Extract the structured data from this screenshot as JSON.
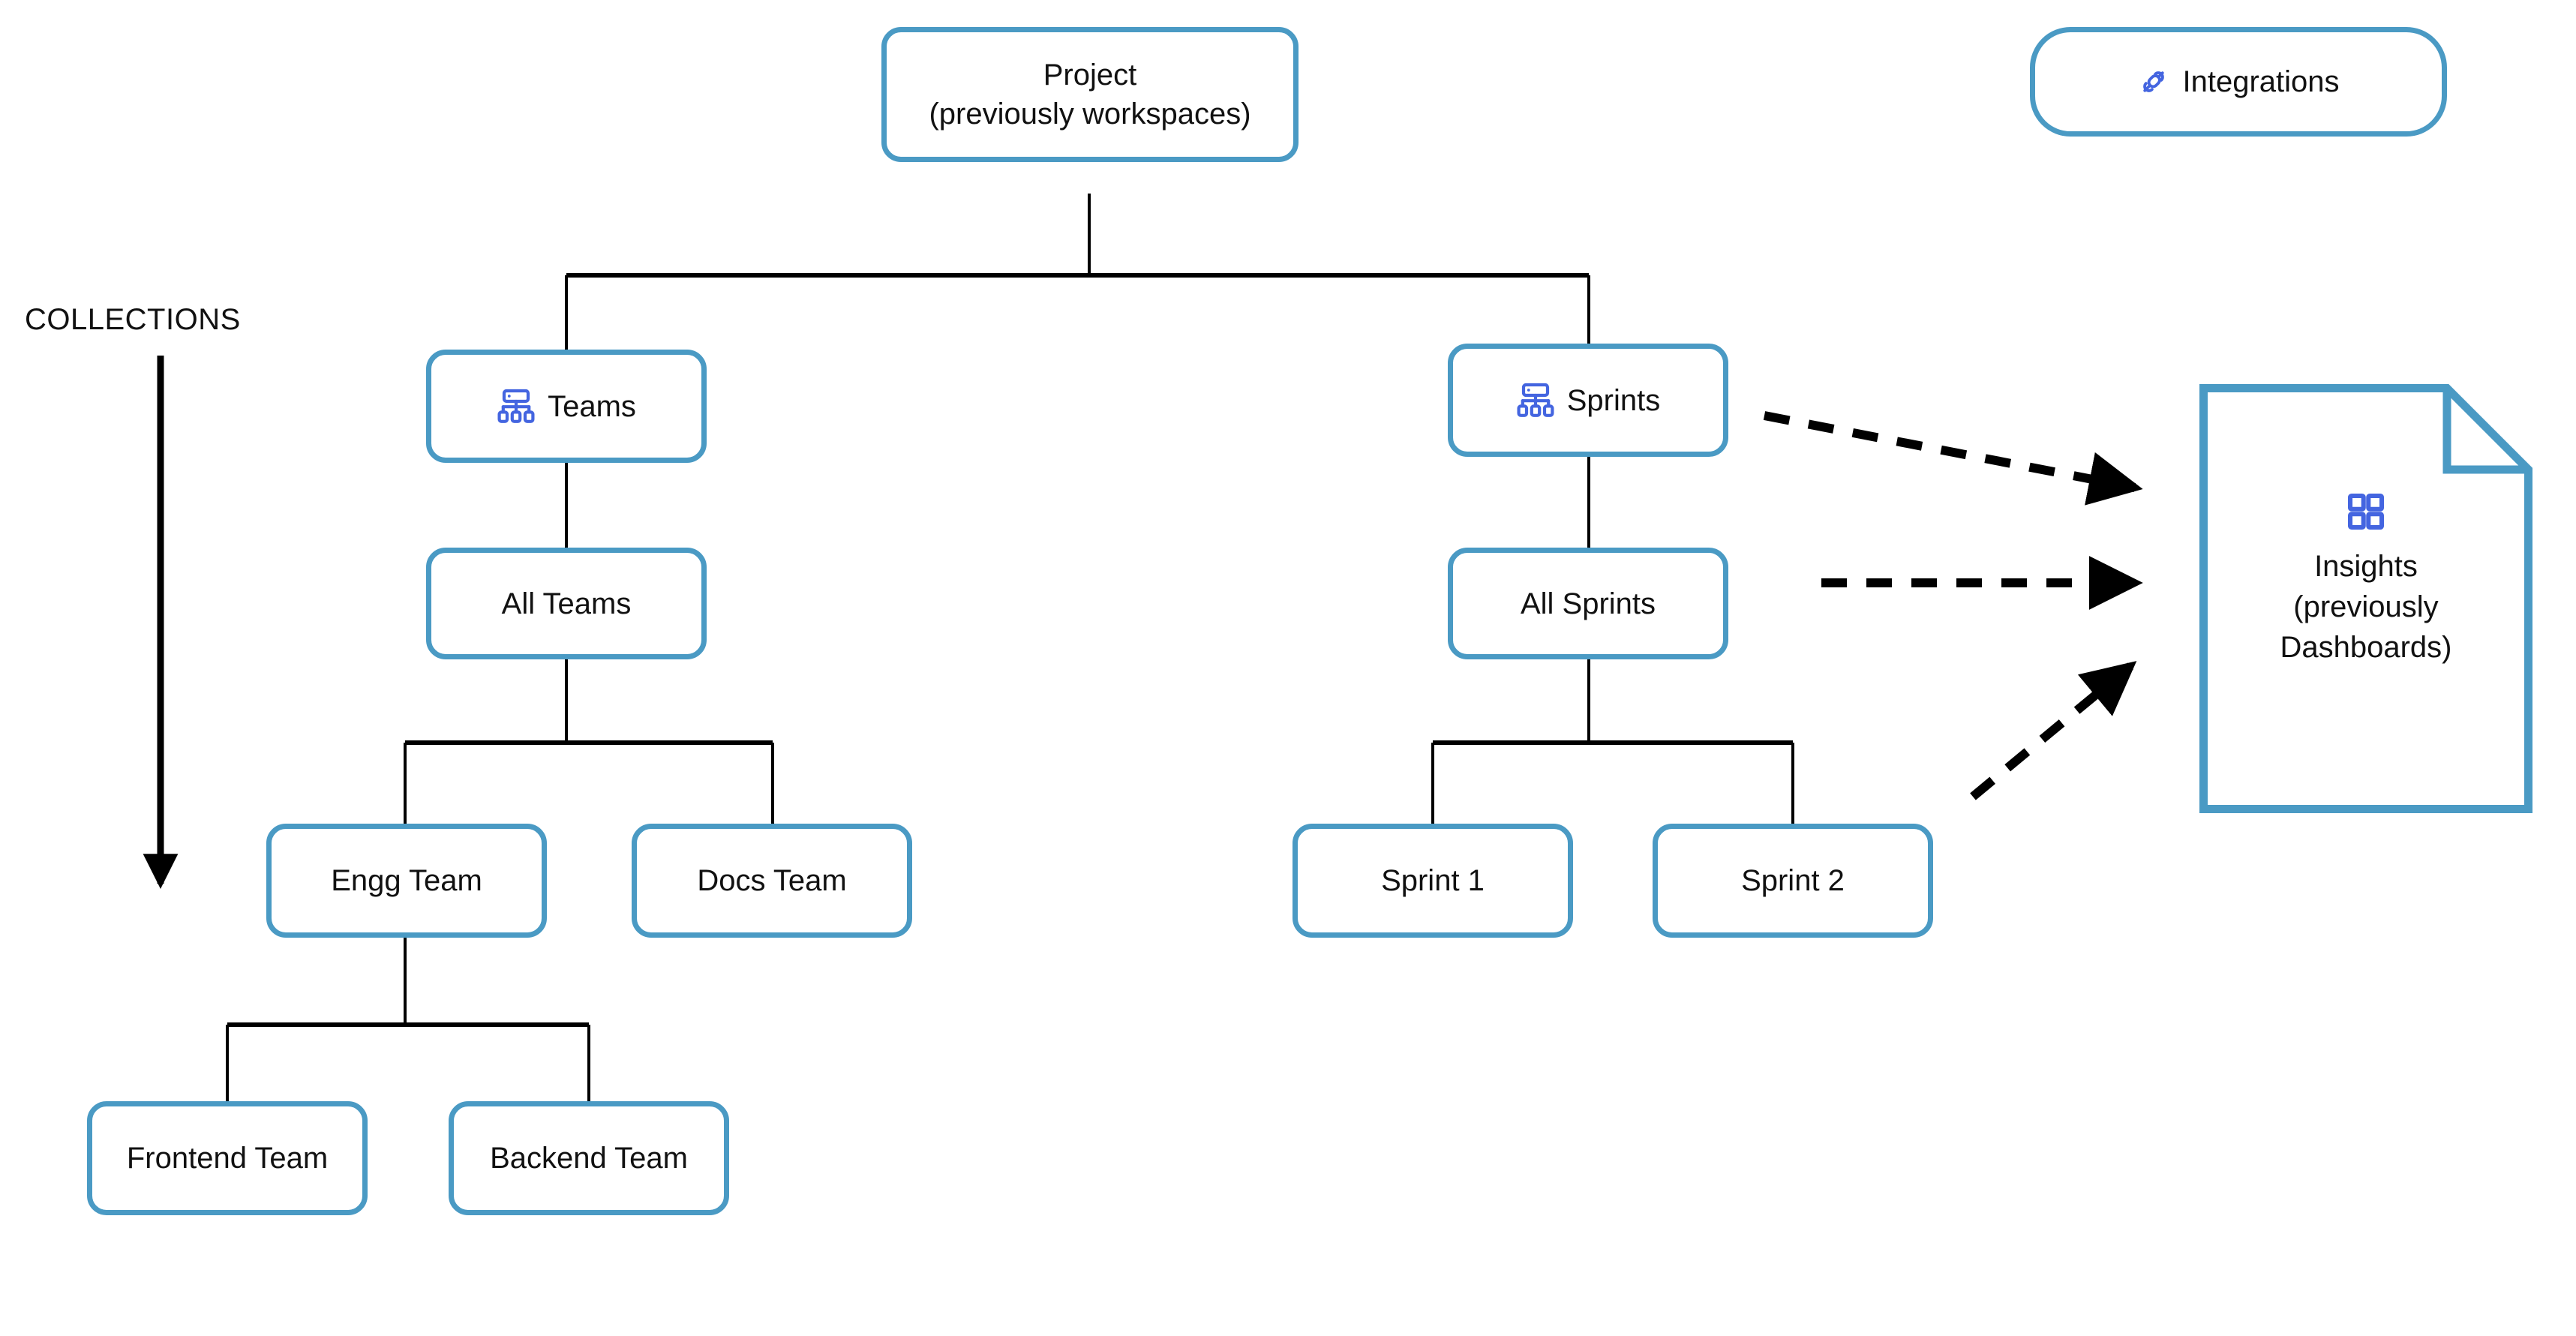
{
  "diagram": {
    "title_annotation": "COLLECTIONS",
    "colors": {
      "node_stroke": "#4A9AC4",
      "icon_blue": "#4465E0",
      "connector": "#000000",
      "text": "#111111",
      "background": "#FFFFFF"
    },
    "nodes": [
      {
        "id": "project",
        "label": "Project\n(previously workspaces)",
        "shape": "rounded-rect",
        "icon": null
      },
      {
        "id": "integrations",
        "label": "Integrations",
        "shape": "pill",
        "icon": "plug-icon"
      },
      {
        "id": "teams",
        "label": "Teams",
        "shape": "rounded-rect",
        "icon": "hierarchy-icon"
      },
      {
        "id": "sprints",
        "label": "Sprints",
        "shape": "rounded-rect",
        "icon": "hierarchy-icon"
      },
      {
        "id": "all-teams",
        "label": "All Teams",
        "shape": "rounded-rect",
        "icon": null
      },
      {
        "id": "all-sprints",
        "label": "All Sprints",
        "shape": "rounded-rect",
        "icon": null
      },
      {
        "id": "engg-team",
        "label": "Engg Team",
        "shape": "rounded-rect",
        "icon": null
      },
      {
        "id": "docs-team",
        "label": "Docs Team",
        "shape": "rounded-rect",
        "icon": null
      },
      {
        "id": "sprint-1",
        "label": "Sprint 1",
        "shape": "rounded-rect",
        "icon": null
      },
      {
        "id": "sprint-2",
        "label": "Sprint 2",
        "shape": "rounded-rect",
        "icon": null
      },
      {
        "id": "frontend-team",
        "label": "Frontend Team",
        "shape": "rounded-rect",
        "icon": null
      },
      {
        "id": "backend-team",
        "label": "Backend Team",
        "shape": "rounded-rect",
        "icon": null
      },
      {
        "id": "insights",
        "label": "Insights\n(previously\nDashboards)",
        "shape": "document",
        "icon": "dashboard-grid-icon"
      }
    ],
    "edges": [
      {
        "from": "project",
        "to": "teams",
        "style": "solid"
      },
      {
        "from": "project",
        "to": "sprints",
        "style": "solid"
      },
      {
        "from": "teams",
        "to": "all-teams",
        "style": "solid"
      },
      {
        "from": "all-teams",
        "to": "engg-team",
        "style": "solid"
      },
      {
        "from": "all-teams",
        "to": "docs-team",
        "style": "solid"
      },
      {
        "from": "engg-team",
        "to": "frontend-team",
        "style": "solid"
      },
      {
        "from": "engg-team",
        "to": "backend-team",
        "style": "solid"
      },
      {
        "from": "sprints",
        "to": "all-sprints",
        "style": "solid"
      },
      {
        "from": "all-sprints",
        "to": "sprint-1",
        "style": "solid"
      },
      {
        "from": "all-sprints",
        "to": "sprint-2",
        "style": "solid"
      },
      {
        "from": "sprints",
        "to": "insights",
        "style": "dashed-arrow"
      },
      {
        "from": "all-sprints",
        "to": "insights",
        "style": "dashed-arrow"
      },
      {
        "from": "sprint-2",
        "to": "insights",
        "style": "dashed-arrow"
      }
    ],
    "collections_arrow": {
      "label": "COLLECTIONS",
      "direction": "down"
    }
  }
}
